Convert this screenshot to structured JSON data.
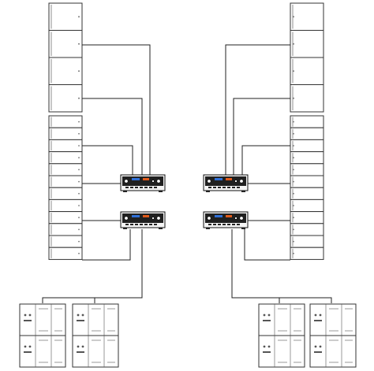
{
  "colors": {
    "line": "#222222",
    "cabinet_fill": "#ffffff",
    "amp_display": "#2f6fd6",
    "amp_panel": "#202020"
  },
  "diagram": {
    "description_visible_text": "",
    "groups": [
      {
        "side": "left",
        "line_array_large_boxes": 4,
        "line_array_small_boxes": 12,
        "amplifiers": 2,
        "subwoofer_stacks": 2
      },
      {
        "side": "right",
        "line_array_large_boxes": 4,
        "line_array_small_boxes": 12,
        "amplifiers": 2,
        "subwoofer_stacks": 2
      }
    ]
  }
}
